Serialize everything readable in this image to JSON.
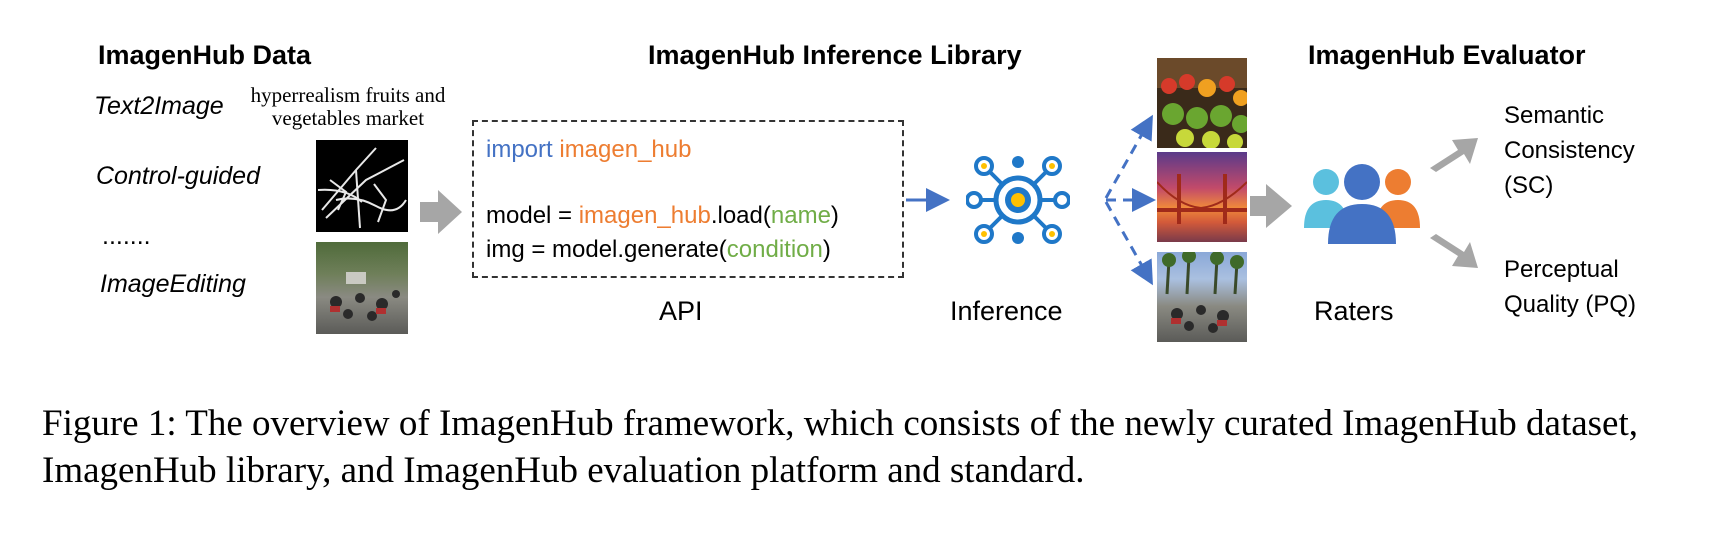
{
  "data_section": {
    "title": "ImagenHub Data",
    "tasks": [
      "Text2Image",
      "Control-guided",
      ".......",
      "ImageEditing"
    ],
    "prompt": "hyperrealism fruits and vegetables market"
  },
  "library_section": {
    "title": "ImagenHub Inference Library",
    "code": {
      "line1_kw": "import",
      "line1_mod": "imagen_hub",
      "line2_a": "model = ",
      "line2_mod": "imagen_hub",
      "line2_b": ".load(",
      "line2_arg": "name",
      "line2_c": ")",
      "line3_a": "img = model.generate(",
      "line3_arg": "condition",
      "line3_b": ")"
    },
    "api_label": "API",
    "inference_label": "Inference"
  },
  "evaluator_section": {
    "title": "ImagenHub Evaluator",
    "raters_label": "Raters",
    "metric1": [
      "Semantic",
      "Consistency",
      "(SC)"
    ],
    "metric2": [
      "Perceptual",
      "Quality (PQ)"
    ]
  },
  "caption": "Figure 1: The overview of ImagenHub framework, which consists of the newly curated ImagenHub dataset, ImagenHub library, and ImagenHub evaluation platform and standard.",
  "colors": {
    "blue": "#4472c4",
    "orange": "#ed7d31",
    "green": "#70ad47",
    "gray_arrow": "#a6a6a6",
    "hub_blue": "#1f78c8",
    "hub_yellow": "#ffc000"
  }
}
